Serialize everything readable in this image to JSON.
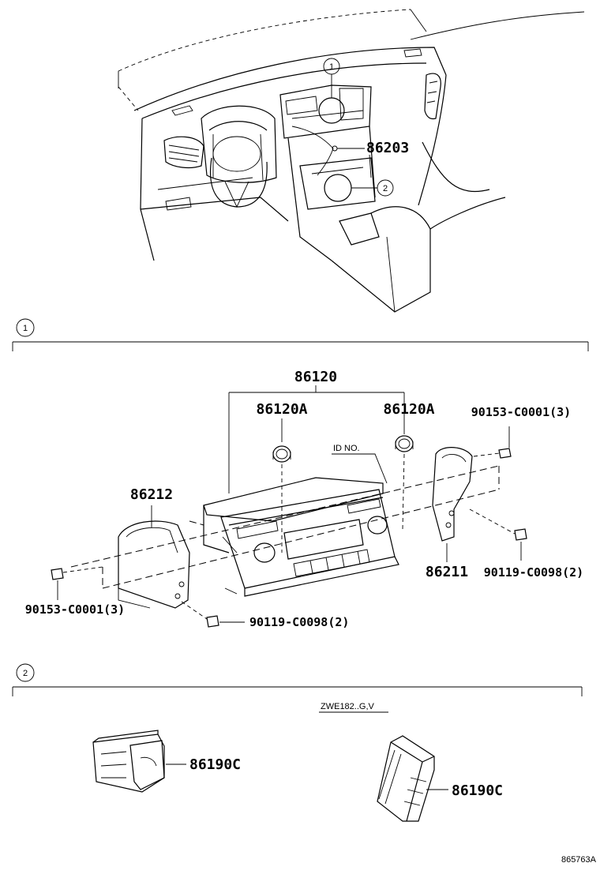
{
  "callouts": {
    "one": "1",
    "two": "2"
  },
  "overview": {
    "wire_part": "86203"
  },
  "section1": {
    "number": "1",
    "assembly_part": "86120",
    "knob_left": "86120A",
    "knob_right": "86120A",
    "id_label": "ID NO.",
    "bracket_left": "86212",
    "bracket_right": "86211",
    "screw_top_right": "90153-C0001(3)",
    "screw_left": "90153-C0001(3)",
    "screw_bottom": "90119-C0098(2)",
    "screw_right": "90119-C0098(2)"
  },
  "section2": {
    "number": "2",
    "variant_note": "ZWE182..G,V",
    "switch_left": "86190C",
    "switch_right": "86190C"
  },
  "footer": {
    "illustration_code": "865763A"
  }
}
